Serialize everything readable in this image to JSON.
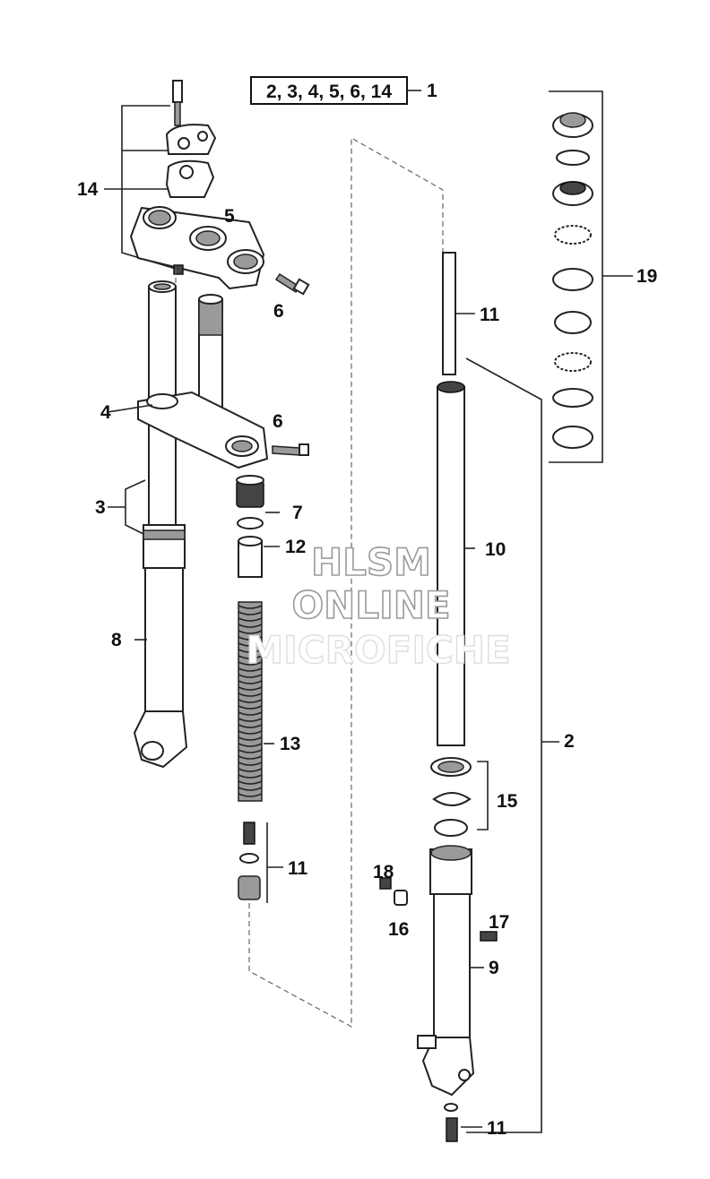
{
  "diagram": {
    "group_box_label": "2, 3, 4, 5, 6, 14",
    "callouts": {
      "c1": "1",
      "c2": "2",
      "c3": "3",
      "c4": "4",
      "c5": "5",
      "c6a": "6",
      "c6b": "6",
      "c7": "7",
      "c8": "8",
      "c9": "9",
      "c10": "10",
      "c11a": "11",
      "c11b": "11",
      "c11c": "11",
      "c12": "12",
      "c13": "13",
      "c14": "14",
      "c15": "15",
      "c16": "16",
      "c17": "17",
      "c18": "18",
      "c19": "19"
    }
  },
  "watermark": {
    "line1": "HLSM",
    "line2": "ONLINE",
    "line3": "MICROFICHE"
  }
}
